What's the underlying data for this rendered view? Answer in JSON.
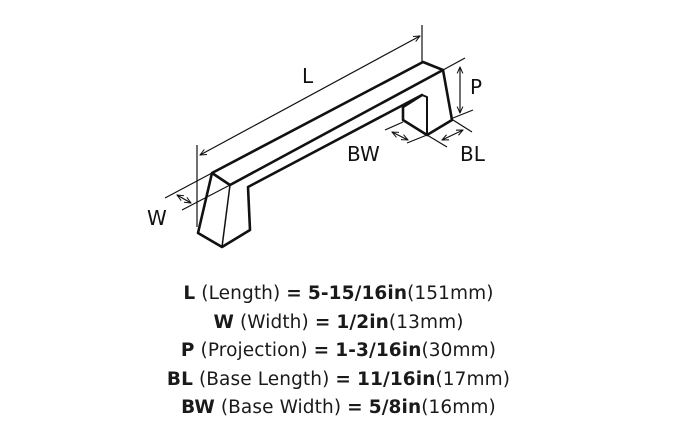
{
  "diagram": {
    "labels": {
      "L": "L",
      "P": "P",
      "BW": "BW",
      "BL": "BL",
      "W": "W"
    }
  },
  "specs": [
    {
      "code": "L",
      "name": "(Length)",
      "eq": "=",
      "imperial": "5-15/16in",
      "metric": "(151mm)"
    },
    {
      "code": "W",
      "name": "(Width)",
      "eq": "=",
      "imperial": "1/2in",
      "metric": "(13mm)"
    },
    {
      "code": "P",
      "name": "(Projection)",
      "eq": "=",
      "imperial": "1-3/16in",
      "metric": "(30mm)"
    },
    {
      "code": "BL",
      "name": "(Base Length)",
      "eq": "=",
      "imperial": "11/16in",
      "metric": "(17mm)"
    },
    {
      "code": "BW",
      "name": "(Base Width)",
      "eq": "=",
      "imperial": "5/8in",
      "metric": "(16mm)"
    }
  ]
}
